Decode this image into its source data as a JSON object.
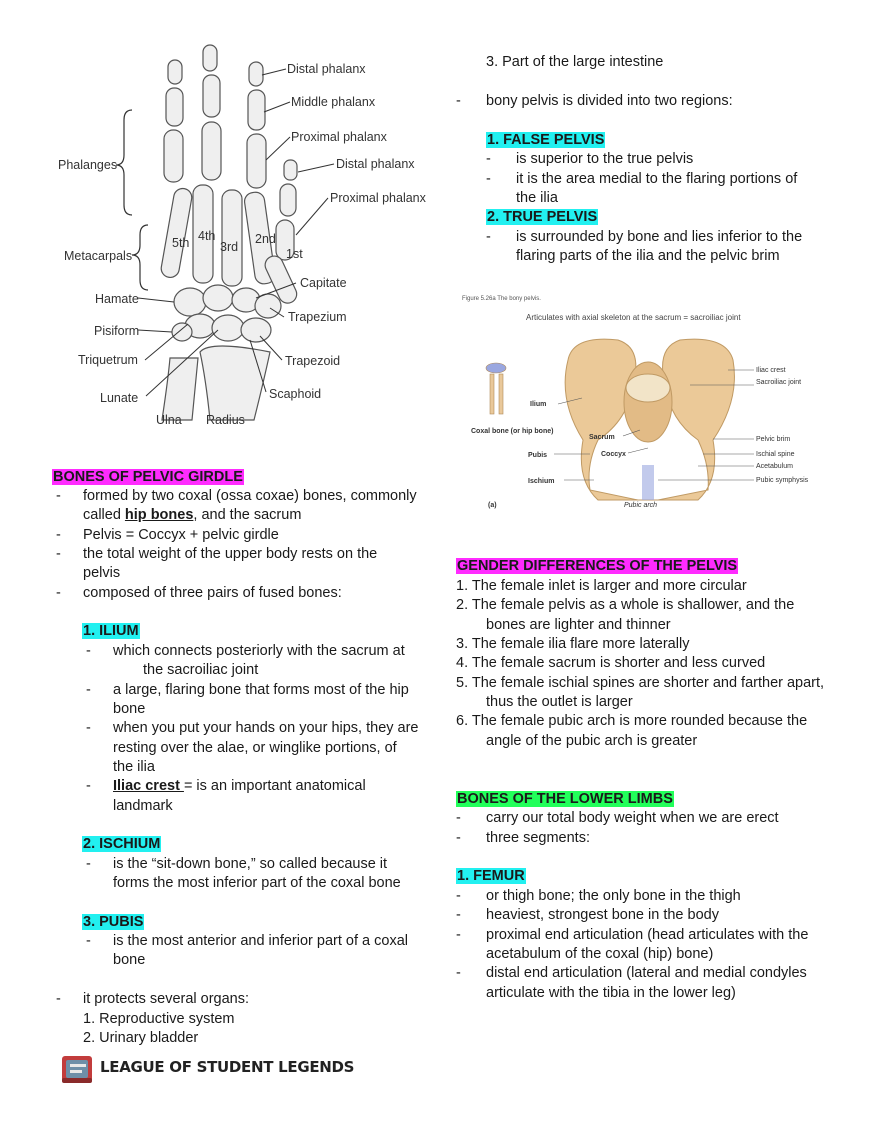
{
  "hand_figure": {
    "labels": [
      "Distal phalanx",
      "Middle phalanx",
      "Proximal phalanx",
      "Distal phalanx",
      "Proximal phalanx",
      "Phalanges",
      "Metacarpals",
      "5th",
      "4th",
      "3rd",
      "2nd",
      "1st",
      "Capitate",
      "Hamate",
      "Trapezium",
      "Pisiform",
      "Trapezoid",
      "Triquetrum",
      "Scaphoid",
      "Lunate",
      "Ulna",
      "Radius"
    ]
  },
  "left": {
    "pelvic_heading": "BONES OF PELVIC GIRDLE",
    "b1_l1": "formed by two coxal (ossa coxae) bones, commonly",
    "b1_l2a": "called ",
    "b1_l2b": "hip bones",
    "b1_l2c": ", and the sacrum",
    "b2": "Pelvis = Coccyx + pelvic girdle",
    "b3_l1": "the total weight of the upper body rests on the",
    "b3_l2": "pelvis",
    "b4": "composed of three pairs of fused bones:",
    "ilium_heading": "1.  ILIUM",
    "il1_l1": "which connects posteriorly with the sacrum at",
    "il1_l2": "the  sacroiliac joint",
    "il2_l1": "a large, flaring bone that forms most of the hip",
    "il2_l2": "bone",
    "il3_l1": "when you put your hands on your hips, they are",
    "il3_l2": "resting over the alae, or winglike portions, of",
    "il3_l3": "the ilia",
    "il4_a": "Iliac crest ",
    "il4_b": "= is an important anatomical",
    "il4_l2": "landmark",
    "ischium_heading": "2.  ISCHIUM",
    "is1_l1": "is the “sit-down bone,” so called because it",
    "is1_l2": "forms the most inferior part of the coxal bone",
    "pubis_heading": "3.  PUBIS",
    "pu1_l1": "is the most anterior and inferior part of a coxal",
    "pu1_l2": "bone",
    "protect": "it protects several organs:",
    "organ1": "1.  Reproductive system",
    "organ2": "2.  Urinary bladder",
    "logo_text": "LEAGUE OF STUDENT LEGENDS"
  },
  "right": {
    "organ3": "3.  Part of the large intestine",
    "divided": "bony pelvis is divided into two regions:",
    "false_heading": "1.  FALSE PELVIS",
    "fp1": "is superior to the true pelvis",
    "fp2_l1": "it is the area medial to the flaring portions of",
    "fp2_l2": "the ilia",
    "true_heading": "2.  TRUE PELVIS",
    "tp1_l1": "is surrounded by bone and lies inferior to the",
    "tp1_l2": "flaring parts of the ilia and the pelvic brim",
    "pelvis_figure": {
      "caption": "Figure 5.26a The bony pelvis.",
      "top_label": "Articulates with axial skeleton at the sacrum = sacroiliac joint",
      "labels": [
        "Iliac crest",
        "Sacroiliac joint",
        "Ilium",
        "Coxal bone (or hip bone)",
        "Sacrum",
        "Coccyx",
        "Pubis",
        "Ischium",
        "Pelvic brim",
        "Ischial spine",
        "Acetabulum",
        "Pubic symphysis",
        "Pubic arch",
        "(a)"
      ]
    },
    "gender_heading": "GENDER DIFFERENCES OF THE PELVIS",
    "g1": "1.  The female inlet is larger and more circular",
    "g2_l1": "2.  The female pelvis as a whole is shallower, and the",
    "g2_l2": "bones are lighter and thinner",
    "g3": "3.  The female ilia flare more laterally",
    "g4": "4.  The female sacrum is shorter and less curved",
    "g5_l1": "5.  The female ischial spines are shorter and farther apart,",
    "g5_l2": "thus the outlet is larger",
    "g6_l1": "6.  The female pubic arch is more rounded because the",
    "g6_l2": "angle of the pubic arch is greater",
    "lower_heading": "BONES OF THE LOWER LIMBS",
    "ll1": "carry our total body weight when we are erect",
    "ll2": "three segments:",
    "femur_heading": "1.  FEMUR",
    "fe1": "or thigh bone; the only bone in the thigh",
    "fe2": "heaviest, strongest bone in the body",
    "fe3_l1": "proximal end articulation (head articulates with the",
    "fe3_l2": "acetabulum of the coxal (hip) bone)",
    "fe4_l1": "distal end articulation (lateral and medial condyles",
    "fe4_l2": "articulate with the tibia in the lower leg)"
  }
}
